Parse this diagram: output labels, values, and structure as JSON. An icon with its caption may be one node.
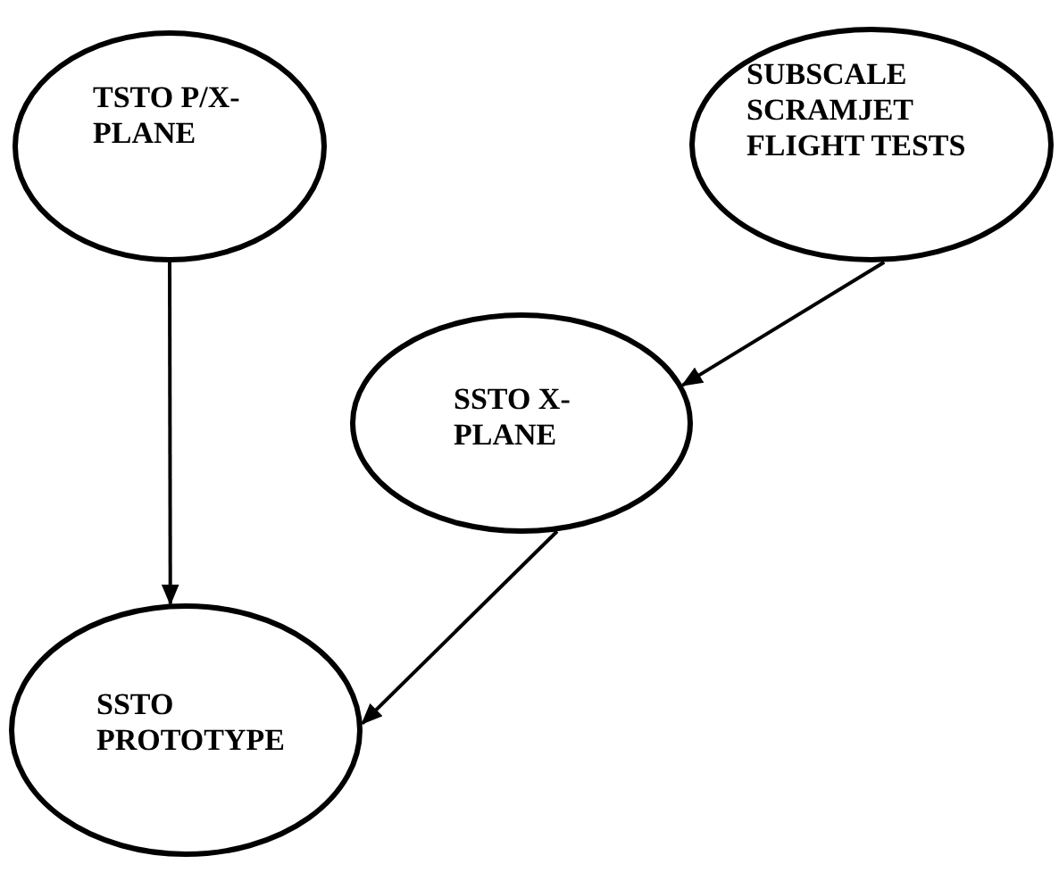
{
  "diagram": {
    "nodes": [
      {
        "text": [
          "TSTO P/X-PLANE"
        ]
      },
      {
        "text": [
          "SUBSCALE SCRAMJET FLIGHT TESTS"
        ]
      },
      {
        "text": [
          "SSTO X-PLANE"
        ]
      },
      {
        "text": [
          "SSTO PROTOTYPE"
        ]
      }
    ],
    "edges": [
      {
        "from": 0,
        "to": 3,
        "arrow": "to"
      },
      {
        "from": 1,
        "to": 2,
        "arrow": "to"
      },
      {
        "from": 2,
        "to": 3,
        "arrow": "to"
      }
    ]
  }
}
